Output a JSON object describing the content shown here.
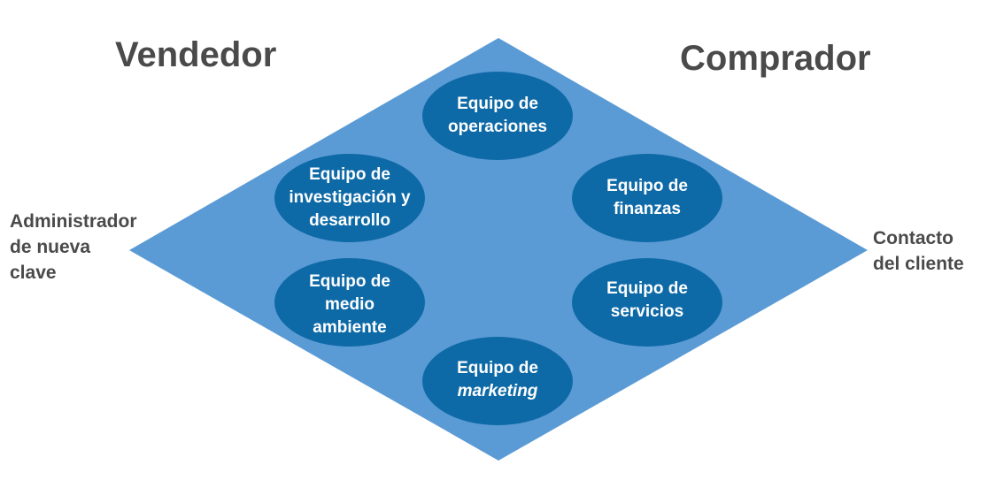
{
  "headings": {
    "seller": "Vendedor",
    "buyer": "Comprador"
  },
  "side_labels": {
    "left": [
      "Administrador",
      "de nueva",
      "clave"
    ],
    "right": [
      "Contacto",
      "del cliente"
    ]
  },
  "teams": {
    "operations": [
      "Equipo de",
      "operaciones"
    ],
    "rnd": [
      "Equipo de",
      "investigación y",
      "desarrollo"
    ],
    "finance": [
      "Equipo de",
      "finanzas"
    ],
    "environment": [
      "Equipo de",
      "medio",
      "ambiente"
    ],
    "services": [
      "Equipo de",
      "servicios"
    ],
    "marketing": [
      "Equipo de",
      "marketing"
    ]
  },
  "colors": {
    "diamond": "#5b9bd5",
    "team_ellipse": "#0e6aa7",
    "heading_text": "#4a4a4a",
    "team_text": "#ffffff"
  }
}
